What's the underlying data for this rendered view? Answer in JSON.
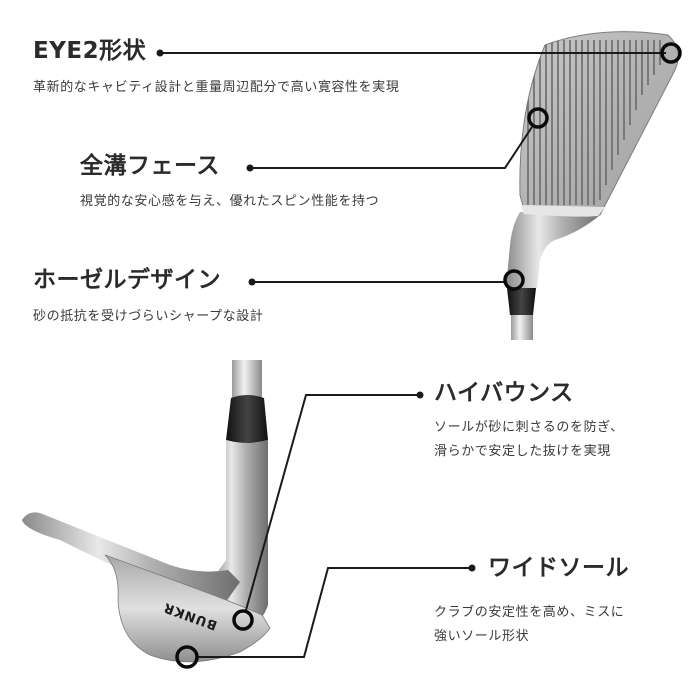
{
  "features": [
    {
      "id": "eye2",
      "title": "EYE2形状",
      "desc": [
        "革新的なキャビティ設計と重量周辺配分で高い寛容性を実現"
      ]
    },
    {
      "id": "full-groove",
      "title": "全溝フェース",
      "desc": [
        "視覚的な安心感を与え、優れたスピン性能を持つ"
      ]
    },
    {
      "id": "hosel",
      "title": "ホーゼルデザイン",
      "desc": [
        "砂の抵抗を受けづらいシャープな設計"
      ]
    },
    {
      "id": "high-bounce",
      "title": "ハイバウンス",
      "desc": [
        "ソールが砂に刺さるのを防ぎ、",
        "滑らかで安定した抜けを実現"
      ]
    },
    {
      "id": "wide-sole",
      "title": "ワイドソール",
      "desc": [
        "クラブの安定性を高め、ミスに",
        "強いソール形状"
      ]
    }
  ],
  "club": {
    "sole_engraving": "BUNKR"
  },
  "colors": {
    "line": "#1a1a1a",
    "text": "#2b2b2b",
    "steel": "#b8b8b8"
  }
}
